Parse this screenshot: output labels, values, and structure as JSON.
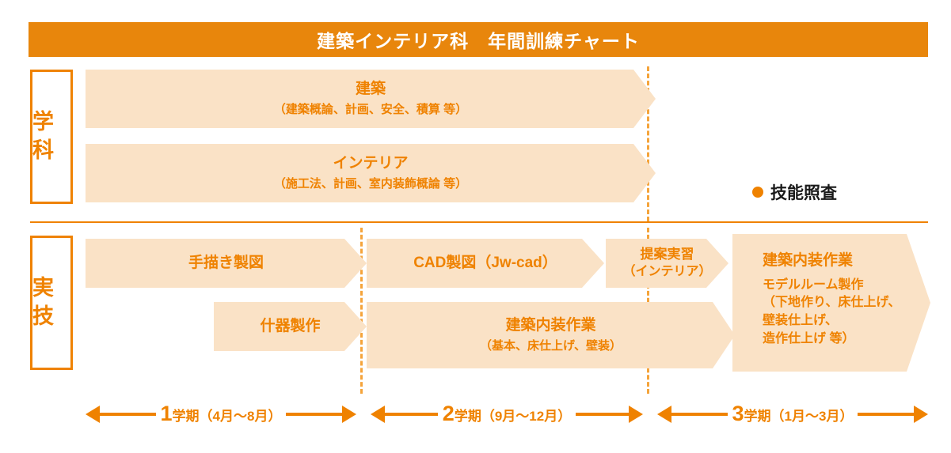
{
  "header": {
    "title": "建築インテリア科　年間訓練チャート"
  },
  "colors": {
    "header_bg": "#E8860C",
    "accent": "#EF8200",
    "bar_fill": "#FAE2C6",
    "divider": "#F5A43B",
    "legend_text": "#1A1A1A"
  },
  "categories": [
    {
      "name": "academic",
      "label": "学科"
    },
    {
      "name": "practical",
      "label": "実技"
    }
  ],
  "legend": {
    "icon": "bullet-dot-icon",
    "label": "技能照査"
  },
  "academic_bars": [
    {
      "title": "建築",
      "subtitle": "（建築概論、計画、安全、積算 等）"
    },
    {
      "title": "インテリア",
      "subtitle": "（施工法、計画、室内装飾概論 等）"
    }
  ],
  "practical_bars": {
    "tegaki": {
      "title": "手描き製図"
    },
    "cad": {
      "title": "CAD製図（Jw-cad）"
    },
    "teian": {
      "title": "提案実習",
      "subtitle": "（インテリア）"
    },
    "jyuki": {
      "title": "什器製作"
    },
    "naiso": {
      "title": "建築内装作業",
      "subtitle": "（基本、床仕上げ、壁装）"
    },
    "model": {
      "title": "建築内装作業",
      "lines": [
        "モデルルーム製作",
        "（下地作り、床仕上げ、",
        "壁装仕上げ、",
        "造作仕上げ 等）"
      ]
    }
  },
  "terms": [
    {
      "number": "1",
      "text": "学期（4月～8月）"
    },
    {
      "number": "2",
      "text": "学期（9月～12月）"
    },
    {
      "number": "3",
      "text": "学期（1月～3月）"
    }
  ]
}
